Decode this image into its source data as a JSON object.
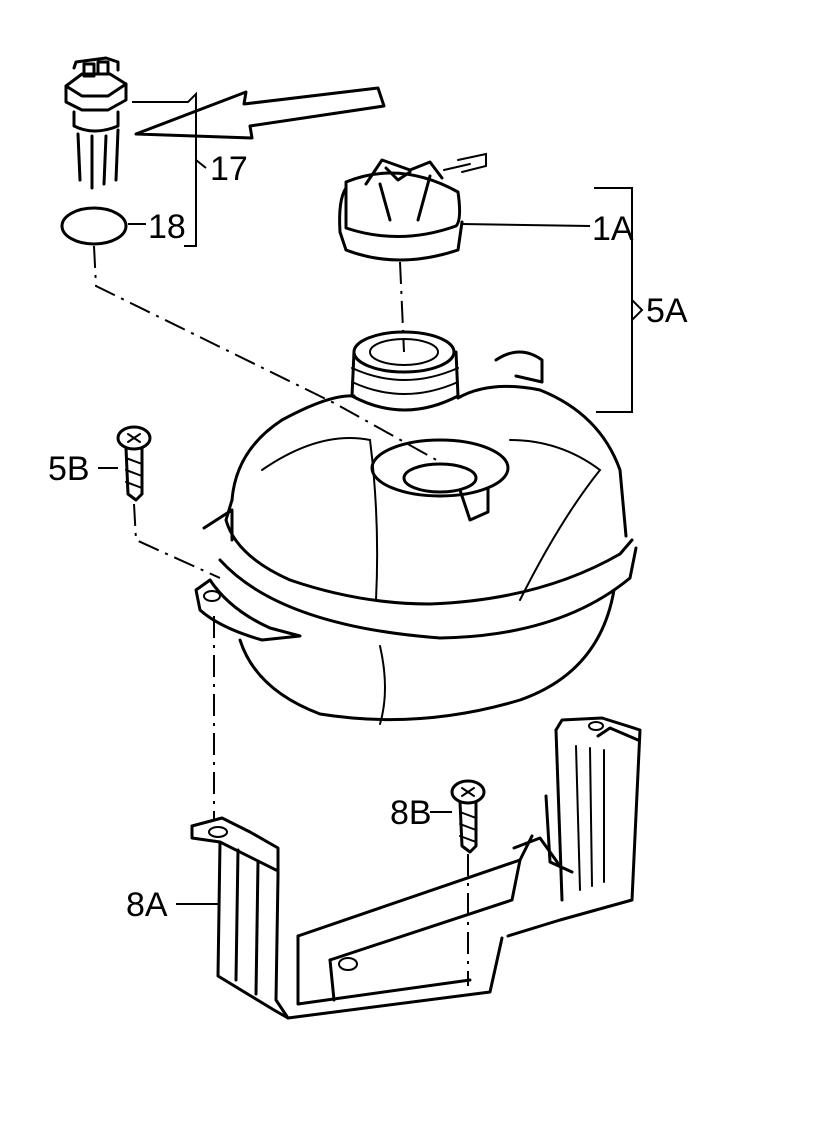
{
  "callouts": {
    "c17": "17",
    "c18": "18",
    "c1a": "1A",
    "c5a": "5A",
    "c5b": "5B",
    "c8b": "8B",
    "c8a": "8A"
  }
}
